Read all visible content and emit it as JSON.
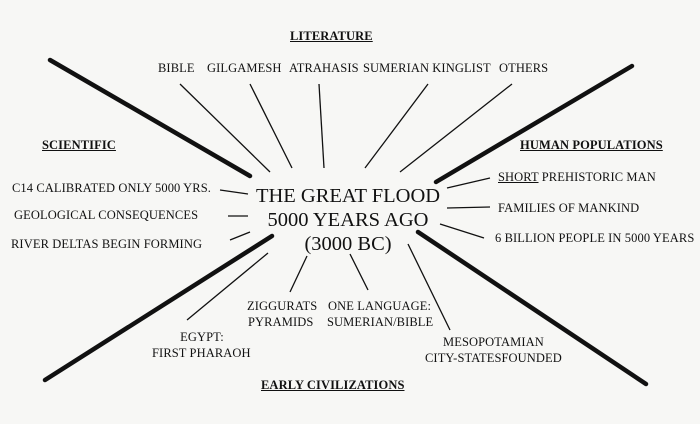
{
  "center": {
    "line1": "THE GREAT FLOOD",
    "line2": "5000 YEARS AGO",
    "line3": "(3000 BC)"
  },
  "headings": {
    "literature": "LITERATURE",
    "scientific": "SCIENTIFIC",
    "human_populations": "HUMAN POPULATIONS",
    "early_civilizations": "EARLY CIVILIZATIONS"
  },
  "literature": [
    "BIBLE",
    "GILGAMESH",
    "ATRAHASIS",
    "SUMERIAN KINGLIST",
    "OTHERS"
  ],
  "scientific": [
    "C14  CALIBRATED ONLY 5000 YRS.",
    "GEOLOGICAL CONSEQUENCES",
    "RIVER DELTAS BEGIN FORMING"
  ],
  "human_populations": {
    "short_word": "SHORT",
    "short_rest": " PREHISTORIC MAN",
    "families": "FAMILIES OF MANKIND",
    "billion": "6 BILLION PEOPLE IN 5000 YEARS"
  },
  "civilizations": {
    "egypt_1": "EGYPT:",
    "egypt_2": "FIRST PHARAOH",
    "ziggurats_1": "ZIGGURATS",
    "ziggurats_2": "PYRAMIDS",
    "language_1": "ONE LANGUAGE:",
    "language_2": "SUMERIAN/BIBLE",
    "meso_1": "MESOPOTAMIAN",
    "meso_2": "CITY-STATESFOUNDED"
  }
}
